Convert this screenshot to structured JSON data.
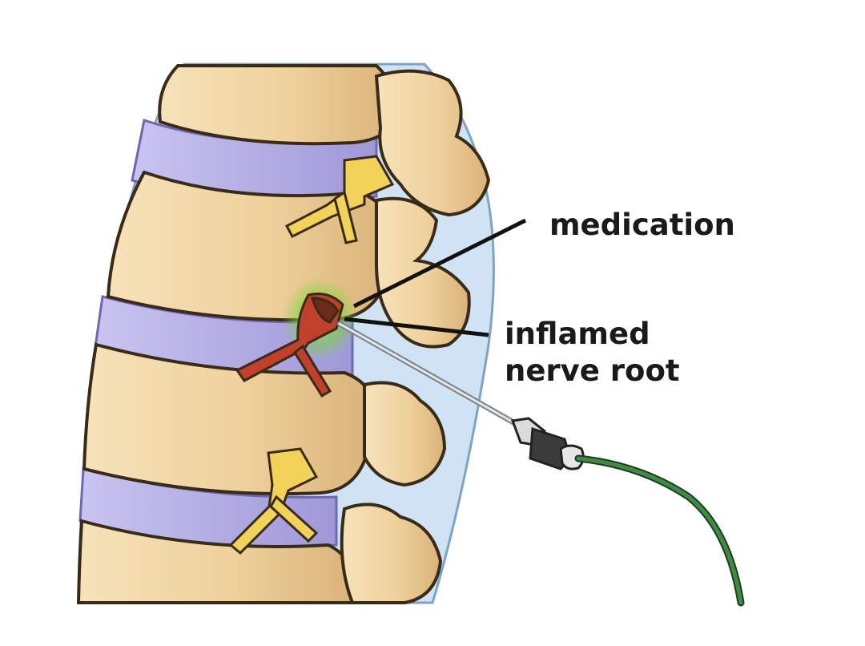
{
  "labels": {
    "medication": "medication",
    "nerve_line1": "inflamed",
    "nerve_line2": "nerve root"
  },
  "colors": {
    "bone": "#f1d5a3",
    "bone_shadow": "#d8b27a",
    "bone_outline": "#3a2a18",
    "disc": "#b9b3e6",
    "canal": "#cfe3f5",
    "nerve_yellow": "#f3d25a",
    "inflamed_nerve": "#c0412a",
    "medication_glow": "#7cd63b",
    "cable": "#2f6b35",
    "needle": "#bfc4c8"
  }
}
